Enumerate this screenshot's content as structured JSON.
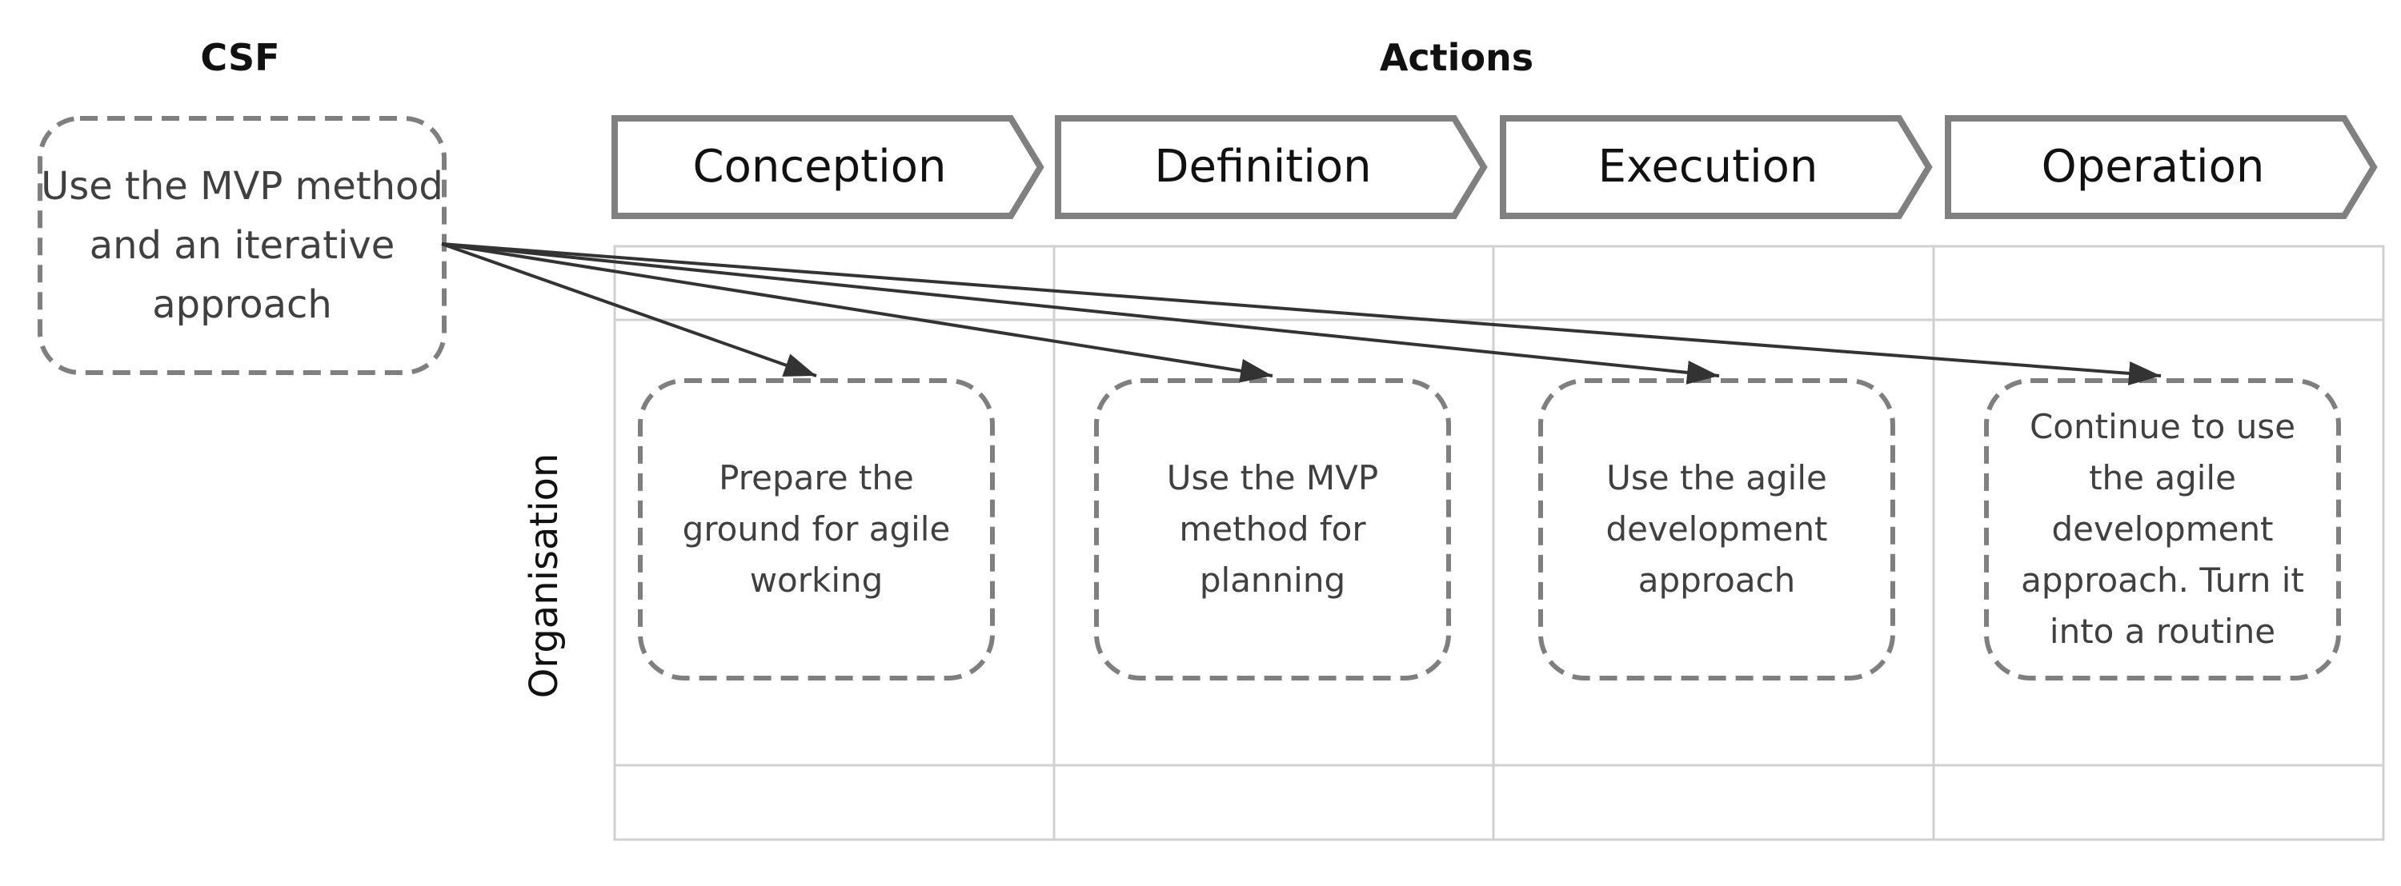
{
  "headings": {
    "csf": "CSF",
    "actions": "Actions"
  },
  "csf_box": {
    "text": "Use the MVP method and an iterative approach"
  },
  "phases": [
    {
      "label": "Conception"
    },
    {
      "label": "Definition"
    },
    {
      "label": "Execution"
    },
    {
      "label": "Operation"
    }
  ],
  "row_label": "Organisation",
  "actions": [
    {
      "text": "Prepare the ground for agile working"
    },
    {
      "text": "Use the MVP method for planning"
    },
    {
      "text": "Use the agile development approach"
    },
    {
      "text": "Continue to use the agile development approach. Turn it into a routine"
    }
  ],
  "colors": {
    "chevron_stroke": "#808080",
    "dashed_stroke": "#7f7f7f",
    "grid_line": "#d0d0d0",
    "arrow": "#333333"
  }
}
